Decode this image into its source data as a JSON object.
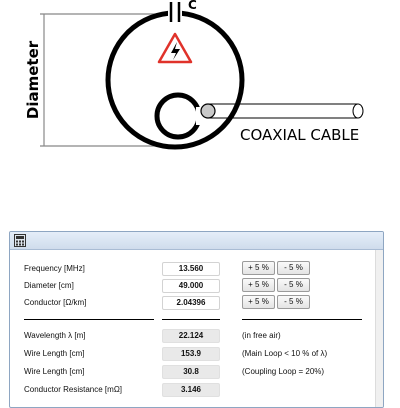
{
  "diagram": {
    "dimension_label": "Diameter",
    "capacitor_label": "C",
    "cable_label": "COAXIAL CABLE",
    "warning_symbol": "high-voltage-warning-icon"
  },
  "calculator": {
    "inputs": [
      {
        "label": "Frequency [MHz]",
        "value": "13.560",
        "plus": "+ 5 %",
        "minus": "- 5 %"
      },
      {
        "label": "Diameter [cm]",
        "value": "49.000",
        "plus": "+ 5 %",
        "minus": "- 5 %"
      },
      {
        "label": "Conductor [Ω/km]",
        "value": "2.04396",
        "plus": "+ 5 %",
        "minus": "- 5 %"
      }
    ],
    "outputs": [
      {
        "label": "Wavelength λ [m]",
        "value": "22.124",
        "note": "(in free air)"
      },
      {
        "label": "Wire Length [cm]",
        "value": "153.9",
        "note": "(Main Loop < 10 % of λ)"
      },
      {
        "label": "Wire Length [cm]",
        "value": "30.8",
        "note": "(Coupling Loop = 20%)"
      },
      {
        "label": "Conductor Resistance [mΩ]",
        "value": "3.146",
        "note": ""
      }
    ]
  },
  "colors": {
    "warning_red": "#e0322a",
    "window_border": "#8ea6c2"
  }
}
